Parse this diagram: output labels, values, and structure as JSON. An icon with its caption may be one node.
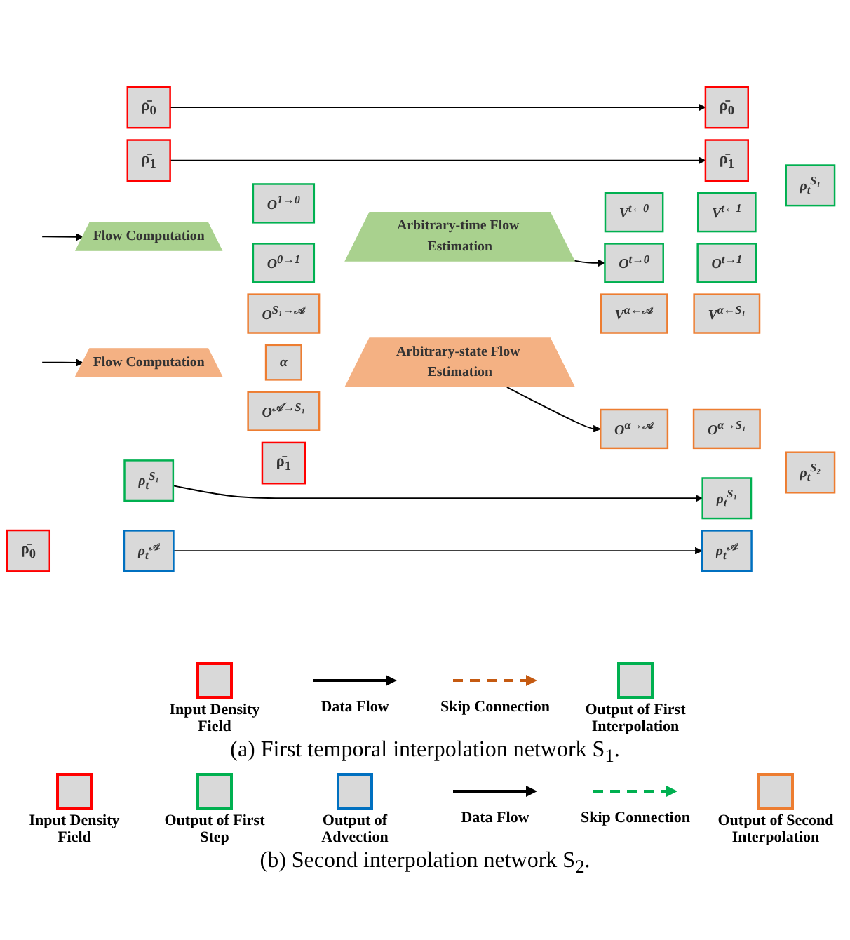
{
  "diagram": {
    "nodes": [
      {
        "text": [
          "ρ̄$_{0}$"
        ]
      },
      {
        "text": [
          "ρ̄$_{1}$"
        ]
      },
      {
        "text": [
          "Flow Computation"
        ]
      },
      {
        "text": [
          "O$^{0→1}$"
        ]
      },
      {
        "text": [
          "O$^{1→0}$"
        ]
      },
      {
        "text": [
          "Arbitrary-time Flow Estimation"
        ]
      },
      {
        "text": [
          "ρ̄$_{0}$"
        ]
      },
      {
        "text": [
          "O$^{t→0}$"
        ]
      },
      {
        "text": [
          "O$^{t→1}$"
        ]
      },
      {
        "text": [
          "V$^{t←0}$"
        ]
      },
      {
        "text": [
          "V$^{t←1}$"
        ]
      },
      {
        "text": [
          "ρ̄$_{1}$"
        ]
      },
      {
        "text": [
          "ρ$_{t}$$^{S₁}$"
        ]
      },
      {
        "text": [
          "ρ̄$_{0}$"
        ]
      },
      {
        "text": [
          "ρ$_{t}$$^{𝒜}$"
        ]
      },
      {
        "text": [
          "ρ$_{t}$$^{S₁}$"
        ]
      },
      {
        "text": [
          "ρ̄$_{1}$"
        ]
      },
      {
        "text": [
          "Flow Computation"
        ]
      },
      {
        "text": [
          "O$^{𝒜→S₁}$"
        ]
      },
      {
        "text": [
          "α"
        ]
      },
      {
        "text": [
          "O$^{S₁→𝒜}$"
        ]
      },
      {
        "text": [
          "Arbitrary-state Flow Estimation"
        ]
      },
      {
        "text": [
          "ρ$_{t}$$^{𝒜}$"
        ]
      },
      {
        "text": [
          "O$^{α→𝒜}$"
        ]
      },
      {
        "text": [
          "O$^{α→S₁}$"
        ]
      },
      {
        "text": [
          "V$^{α←𝒜}$"
        ]
      },
      {
        "text": [
          "V$^{α←S₁}$"
        ]
      },
      {
        "text": [
          "ρ$_{t}$$^{S₁}$"
        ]
      },
      {
        "text": [
          "ρ$_{t}$$^{S₂}$"
        ]
      }
    ],
    "edges": [
      {
        "from": 0,
        "to": 6,
        "arrow": "to"
      },
      {
        "from": 1,
        "to": 11,
        "arrow": "to"
      },
      {
        "from": null,
        "to": 2,
        "arrow": "to"
      },
      {
        "from": 5,
        "to": 7,
        "arrow": "to"
      },
      {
        "from": 14,
        "to": 22,
        "arrow": "to"
      },
      {
        "from": 15,
        "to": 27,
        "arrow": "to"
      },
      {
        "from": null,
        "to": 17,
        "arrow": "to"
      },
      {
        "from": 21,
        "to": 23,
        "arrow": "to"
      }
    ],
    "labels": [
      "(a) First temporal interpolation network S$_{1}$.",
      "(b) Second interpolation network S$_{2}$."
    ],
    "legend": [
      {
        "text": "Input Density Field"
      },
      {
        "text": "Data Flow"
      },
      {
        "text": "Skip Connection"
      },
      {
        "text": "Output of First Interpolation"
      },
      {
        "text": "Input Density Field"
      },
      {
        "text": "Output of First Step"
      },
      {
        "text": "Output of Advection"
      },
      {
        "text": "Data Flow"
      },
      {
        "text": "Skip Connection"
      },
      {
        "text": "Output of Second Interpolation"
      }
    ]
  }
}
